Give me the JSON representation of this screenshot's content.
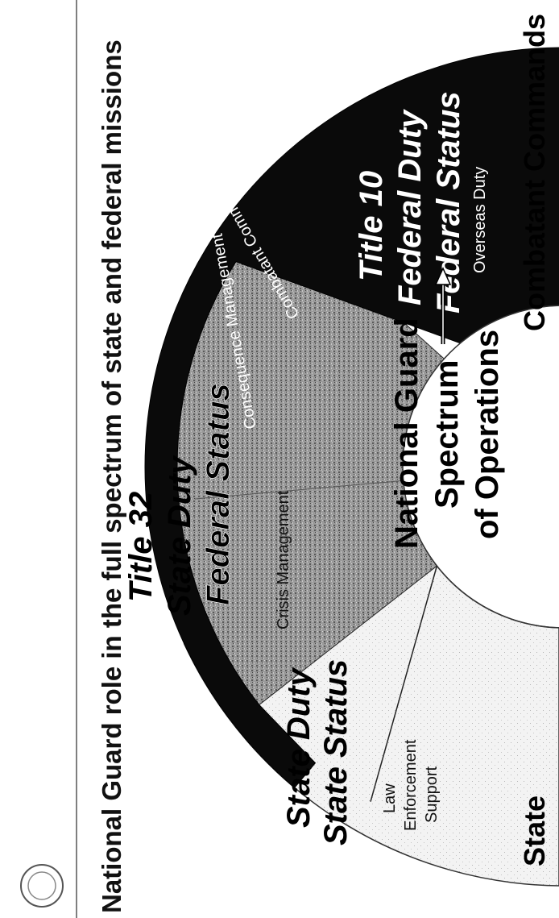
{
  "title": "National Guard role in the full spectrum of state and federal missions",
  "center": {
    "line1": "National Guard",
    "line2": "Spectrum",
    "line3": "of Operations"
  },
  "segments": {
    "state_duty": {
      "line1": "State Duty",
      "line2": "State Status",
      "mission": [
        "Law",
        "Enforcement",
        "Support"
      ]
    },
    "title32": {
      "line1": "Title 32",
      "line2": "State Duty",
      "line3": "Federal Status"
    },
    "title10": {
      "line1": "Title 10",
      "line2": "Federal Duty",
      "line3": "Federal Status",
      "note": "Overseas Duty"
    }
  },
  "ring_labels": {
    "crisis": "Crisis Management",
    "consequence": "Consequence Management",
    "combatant_ring": "Combatant Commander Support"
  },
  "bottom": {
    "state": "State",
    "combatant": "Combatant Commands"
  },
  "colors": {
    "black": "#0a0a0a",
    "speckle": "#8d8d8d",
    "light": "#f2f2f2",
    "white": "#ffffff"
  }
}
